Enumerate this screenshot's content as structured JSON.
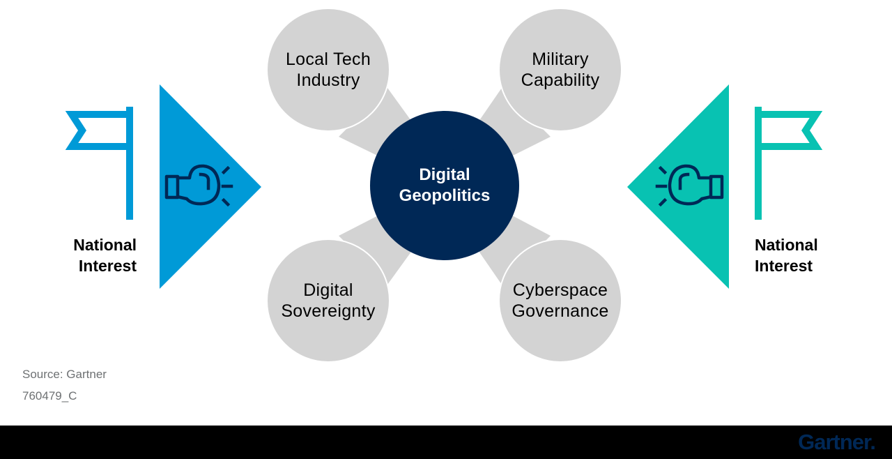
{
  "diagram": {
    "center": {
      "line1": "Digital",
      "line2": "Geopolitics",
      "color": "#002856"
    },
    "nodes": [
      {
        "id": "local-tech-industry",
        "line1": "Local Tech",
        "line2": "Industry"
      },
      {
        "id": "military-capability",
        "line1": "Military",
        "line2": "Capability"
      },
      {
        "id": "digital-sovereignty",
        "line1": "Digital",
        "line2": "Sovereignty"
      },
      {
        "id": "cyberspace-governance",
        "line1": "Cyberspace",
        "line2": "Governance"
      }
    ],
    "node_color": "#d3d3d3",
    "left_party": {
      "label_line1": "National",
      "label_line2": "Interest",
      "color": "#009ad7",
      "icons": [
        "flag-icon",
        "boxing-glove-icon"
      ]
    },
    "right_party": {
      "label_line1": "National",
      "label_line2": "Interest",
      "color": "#08c2b2",
      "icons": [
        "flag-icon",
        "boxing-glove-icon"
      ]
    }
  },
  "footnotes": {
    "source": "Source: Gartner",
    "doc_id": "760479_C"
  },
  "footer": {
    "logo": "Gartner."
  }
}
